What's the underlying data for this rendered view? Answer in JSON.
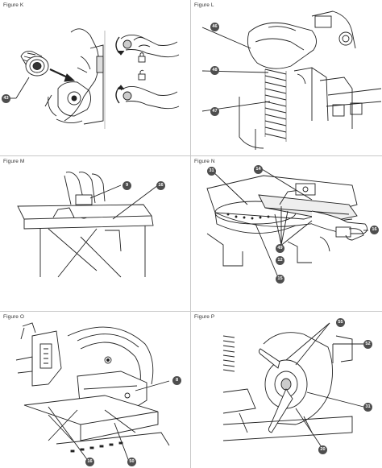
{
  "panels": [
    {
      "id": "k",
      "caption": "Figure K",
      "callouts": [
        "43"
      ]
    },
    {
      "id": "l",
      "caption": "Figure L",
      "callouts": [
        "46",
        "48",
        "47"
      ]
    },
    {
      "id": "m",
      "caption": "Figure M",
      "callouts": [
        "9",
        "16"
      ]
    },
    {
      "id": "n",
      "caption": "Figure N",
      "callouts": [
        "31",
        "14",
        "16",
        "49",
        "12",
        "15"
      ]
    },
    {
      "id": "o",
      "caption": "Figure O",
      "callouts": [
        "8",
        "16",
        "50"
      ]
    },
    {
      "id": "p",
      "caption": "Figure P",
      "callouts": [
        "55",
        "52",
        "31",
        "20"
      ]
    }
  ],
  "colors": {
    "callout_fill": "#4e4e4e",
    "line": "#222222",
    "grid": "#c8c8c8"
  }
}
